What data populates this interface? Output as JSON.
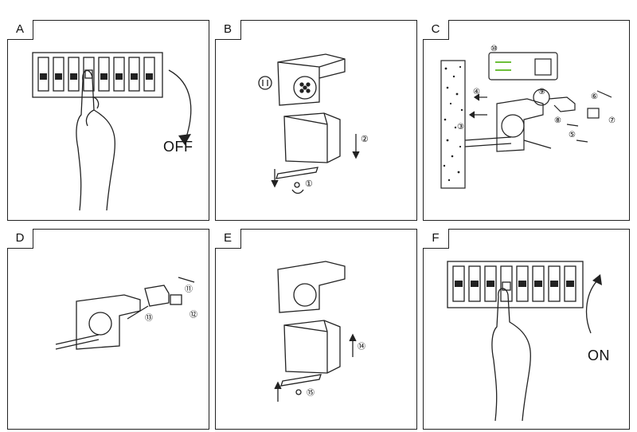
{
  "panels": [
    {
      "label": "A",
      "caption": "OFF"
    },
    {
      "label": "B"
    },
    {
      "label": "C"
    },
    {
      "label": "D"
    },
    {
      "label": "E"
    },
    {
      "label": "F",
      "caption": "ON"
    }
  ],
  "callouts": {
    "b1": "①",
    "b2": "②",
    "c3": "③",
    "c4": "④",
    "c5": "⑤",
    "c6": "⑥",
    "c7": "⑦",
    "c8": "⑧",
    "c9": "⑨",
    "c10": "⑩",
    "d11": "⑪",
    "d12": "⑫",
    "d13": "⑬",
    "e14": "⑭",
    "e15": "⑮"
  },
  "colors": {
    "line": "#222222",
    "bg": "#ffffff",
    "wire_green": "#6dbf3a"
  }
}
